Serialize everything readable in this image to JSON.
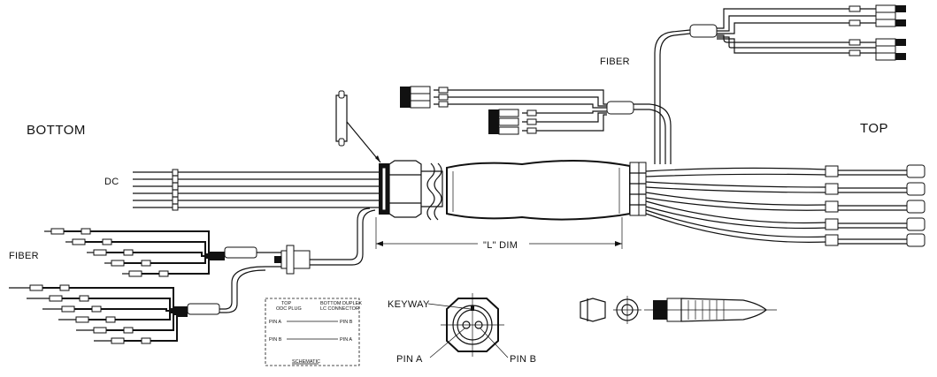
{
  "labels": {
    "bottom": "BOTTOM",
    "top": "TOP",
    "dc": "DC",
    "fiber_left": "FIBER",
    "fiber_top": "FIBER",
    "l_dim": "\"L\" DIM",
    "keyway": "KEYWAY",
    "pin_a": "PIN A",
    "pin_b": "PIN B"
  },
  "schematic": {
    "top_header_1": "TOP",
    "top_header_2": "ODC PLUG",
    "bottom_header_1": "BOTTOM DUPLEX",
    "bottom_header_2": "LC CONNECTOR",
    "left_pin_a": "PIN A",
    "left_pin_b": "PIN B",
    "right_pin_b": "PIN B",
    "right_pin_a": "PIN A",
    "footer": "SCHEMATIC"
  }
}
